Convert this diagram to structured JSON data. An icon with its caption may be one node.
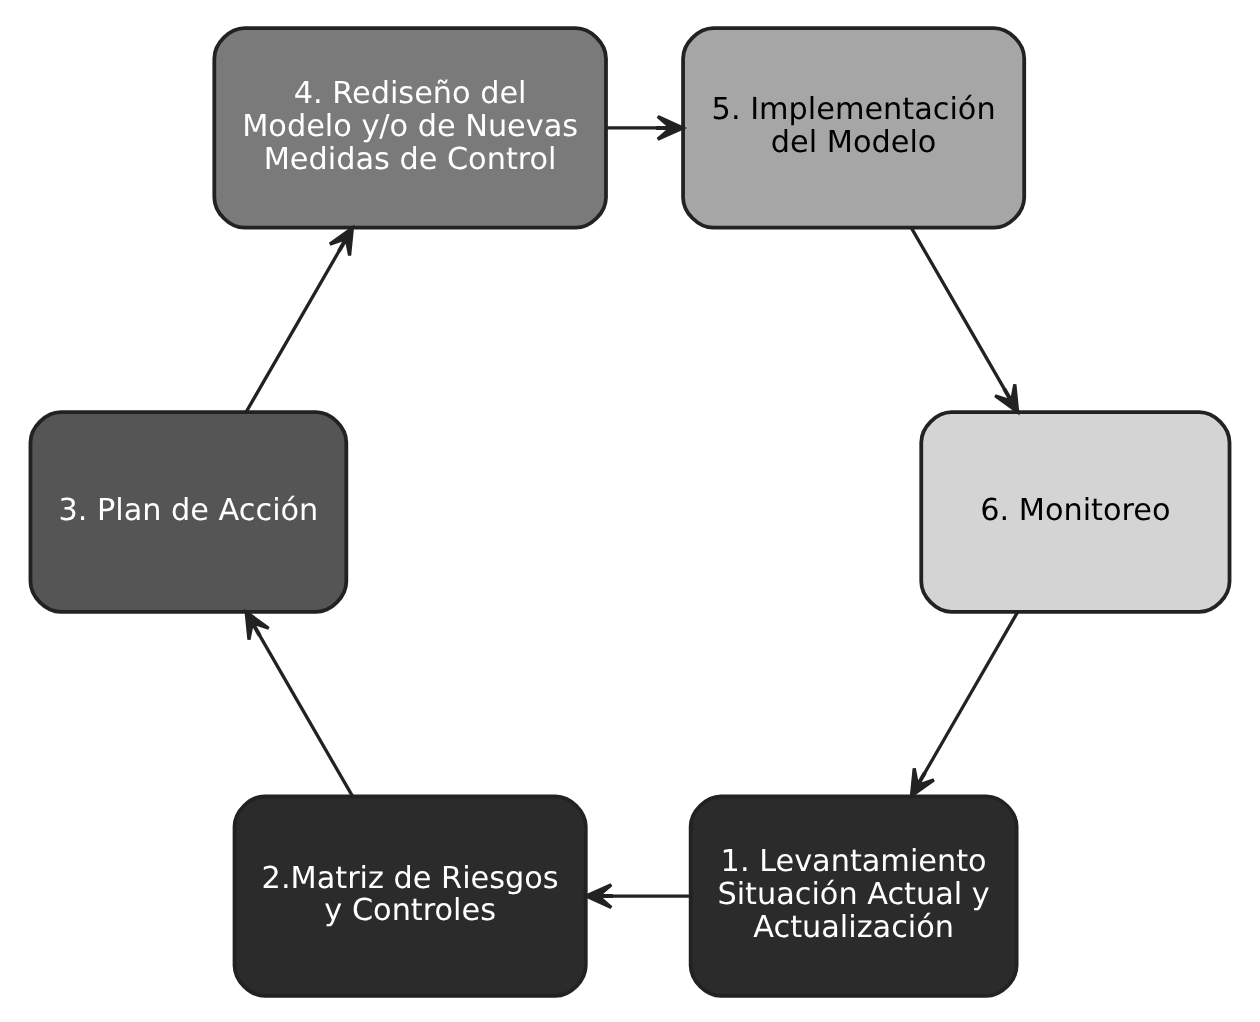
{
  "diagram": {
    "nodes": [
      {
        "text": [
          "1. Levantamiento Situación Actual y Actualización"
        ]
      },
      {
        "text": [
          "2.Matriz de Riesgos y Controles"
        ]
      },
      {
        "text": [
          "3. Plan de Acción"
        ]
      },
      {
        "text": [
          "4. Rediseño del Modelo y/o de Nuevas Medidas de Control"
        ]
      },
      {
        "text": [
          "5. Implementación del Modelo"
        ]
      },
      {
        "text": [
          "6. Monitoreo"
        ]
      }
    ],
    "edges": [
      {
        "from": 0,
        "to": 1,
        "arrow": "to"
      },
      {
        "from": 1,
        "to": 2,
        "arrow": "to"
      },
      {
        "from": 2,
        "to": 3,
        "arrow": "to"
      },
      {
        "from": 3,
        "to": 4,
        "arrow": "to"
      },
      {
        "from": 4,
        "to": 5,
        "arrow": "to"
      },
      {
        "from": 5,
        "to": 0,
        "arrow": "to"
      }
    ]
  }
}
